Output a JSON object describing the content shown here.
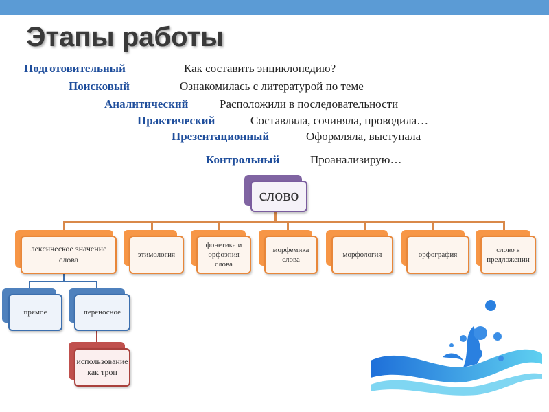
{
  "title": "Этапы работы",
  "stages": [
    {
      "label": "Подготовительный",
      "text": "Как составить энциклопедию?"
    },
    {
      "label": "Поисковый",
      "text": "Ознакомилась с литературой по теме"
    },
    {
      "label": "Аналитический",
      "text": "Расположили в последовательности"
    },
    {
      "label": "Практический",
      "text": "Составляла, сочиняла, проводила…"
    },
    {
      "label": "Презентационный",
      "text": "Оформляла, выступала"
    },
    {
      "label": "Контрольный",
      "text": "Проанализирую…"
    }
  ],
  "diagram": {
    "root": "слово",
    "level1": [
      "лексическое значение слова",
      "этимология",
      "фонетика и орфоэпия слова",
      "морфемика слова",
      "морфология",
      "орфография",
      "слово в предложении"
    ],
    "lexical_children": [
      "прямое",
      "переносное"
    ],
    "figurative_child": "использование как троп"
  },
  "colors": {
    "topbar": "#5b9bd5",
    "label": "#1f4e9c",
    "orange": "#f79646",
    "blue": "#4f81bd",
    "red": "#c0504d",
    "purple": "#8064a2"
  }
}
